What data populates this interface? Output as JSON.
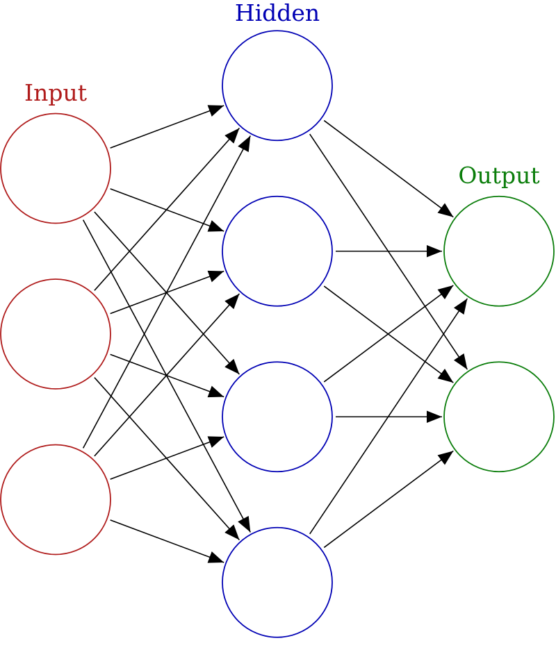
{
  "diagram": {
    "title": "Artificial neural network",
    "layers": [
      {
        "id": "input",
        "label": "Input",
        "color": "#b01c1c",
        "nodes": 3
      },
      {
        "id": "hidden",
        "label": "Hidden",
        "color": "#0000b4",
        "nodes": 4
      },
      {
        "id": "output",
        "label": "Output",
        "color": "#0a7d0a",
        "nodes": 2
      }
    ],
    "edge_color": "#000000",
    "connections": "fully-connected"
  }
}
